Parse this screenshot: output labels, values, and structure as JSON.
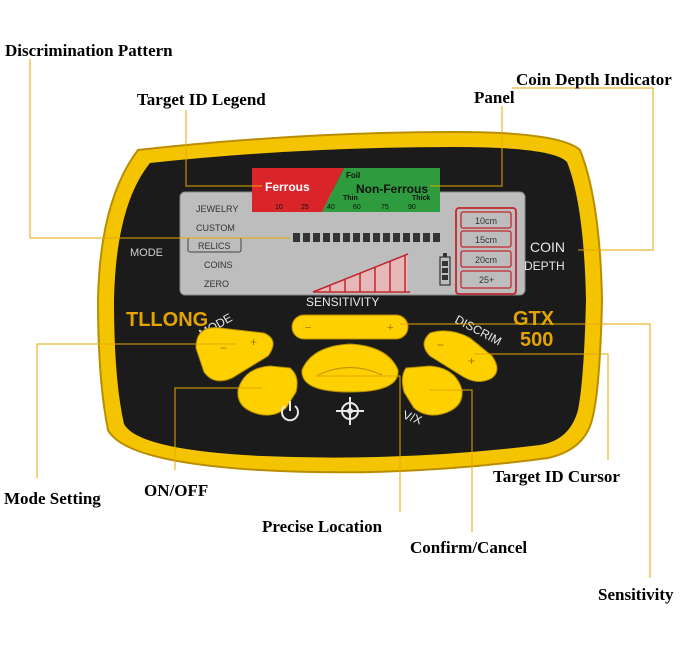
{
  "callouts": {
    "discrimination_pattern": "Discrimination Pattern",
    "target_id_legend": "Target ID Legend",
    "panel": "Panel",
    "coin_depth_indicator": "Coin Depth Indicator",
    "mode_setting": "Mode Setting",
    "on_off": "ON/OFF",
    "precise_location": "Precise Location",
    "confirm_cancel": "Confirm/Cancel",
    "target_id_cursor": "Target ID Cursor",
    "sensitivity": "Sensitivity"
  },
  "device": {
    "brand": "TLLONG",
    "model_line1": "GTX",
    "model_line2": "500",
    "legend": {
      "ferrous": "Ferrous",
      "foil": "Foil",
      "non_ferrous": "Non-Ferrous",
      "thin": "Thin",
      "thick": "Thick",
      "scale": [
        "10",
        "25",
        "40",
        "60",
        "75",
        "90"
      ]
    },
    "modes_label": "MODE",
    "modes": [
      "JEWELRY",
      "CUSTOM",
      "RELICS",
      "COINS",
      "ZERO"
    ],
    "selected_mode": "RELICS",
    "depths": [
      "10cm",
      "15cm",
      "20cm",
      "25+"
    ],
    "coin_label_1": "COIN",
    "coin_label_2": "DEPTH",
    "buttons": {
      "mode": "MODE",
      "sensitivity": "SENSITIVITY",
      "discrim": "DISCRIM",
      "vx": "V/X"
    },
    "colors": {
      "body_yellow": "#f5c400",
      "panel_black": "#1b1b1b",
      "lcd_grey": "#bdbdbd",
      "ferrous_red": "#d9252a",
      "nonferrous_green": "#2e9b3e",
      "depth_red": "#c1272d",
      "button_yellow": "#ffd000",
      "brand_orange": "#e3a300"
    }
  }
}
